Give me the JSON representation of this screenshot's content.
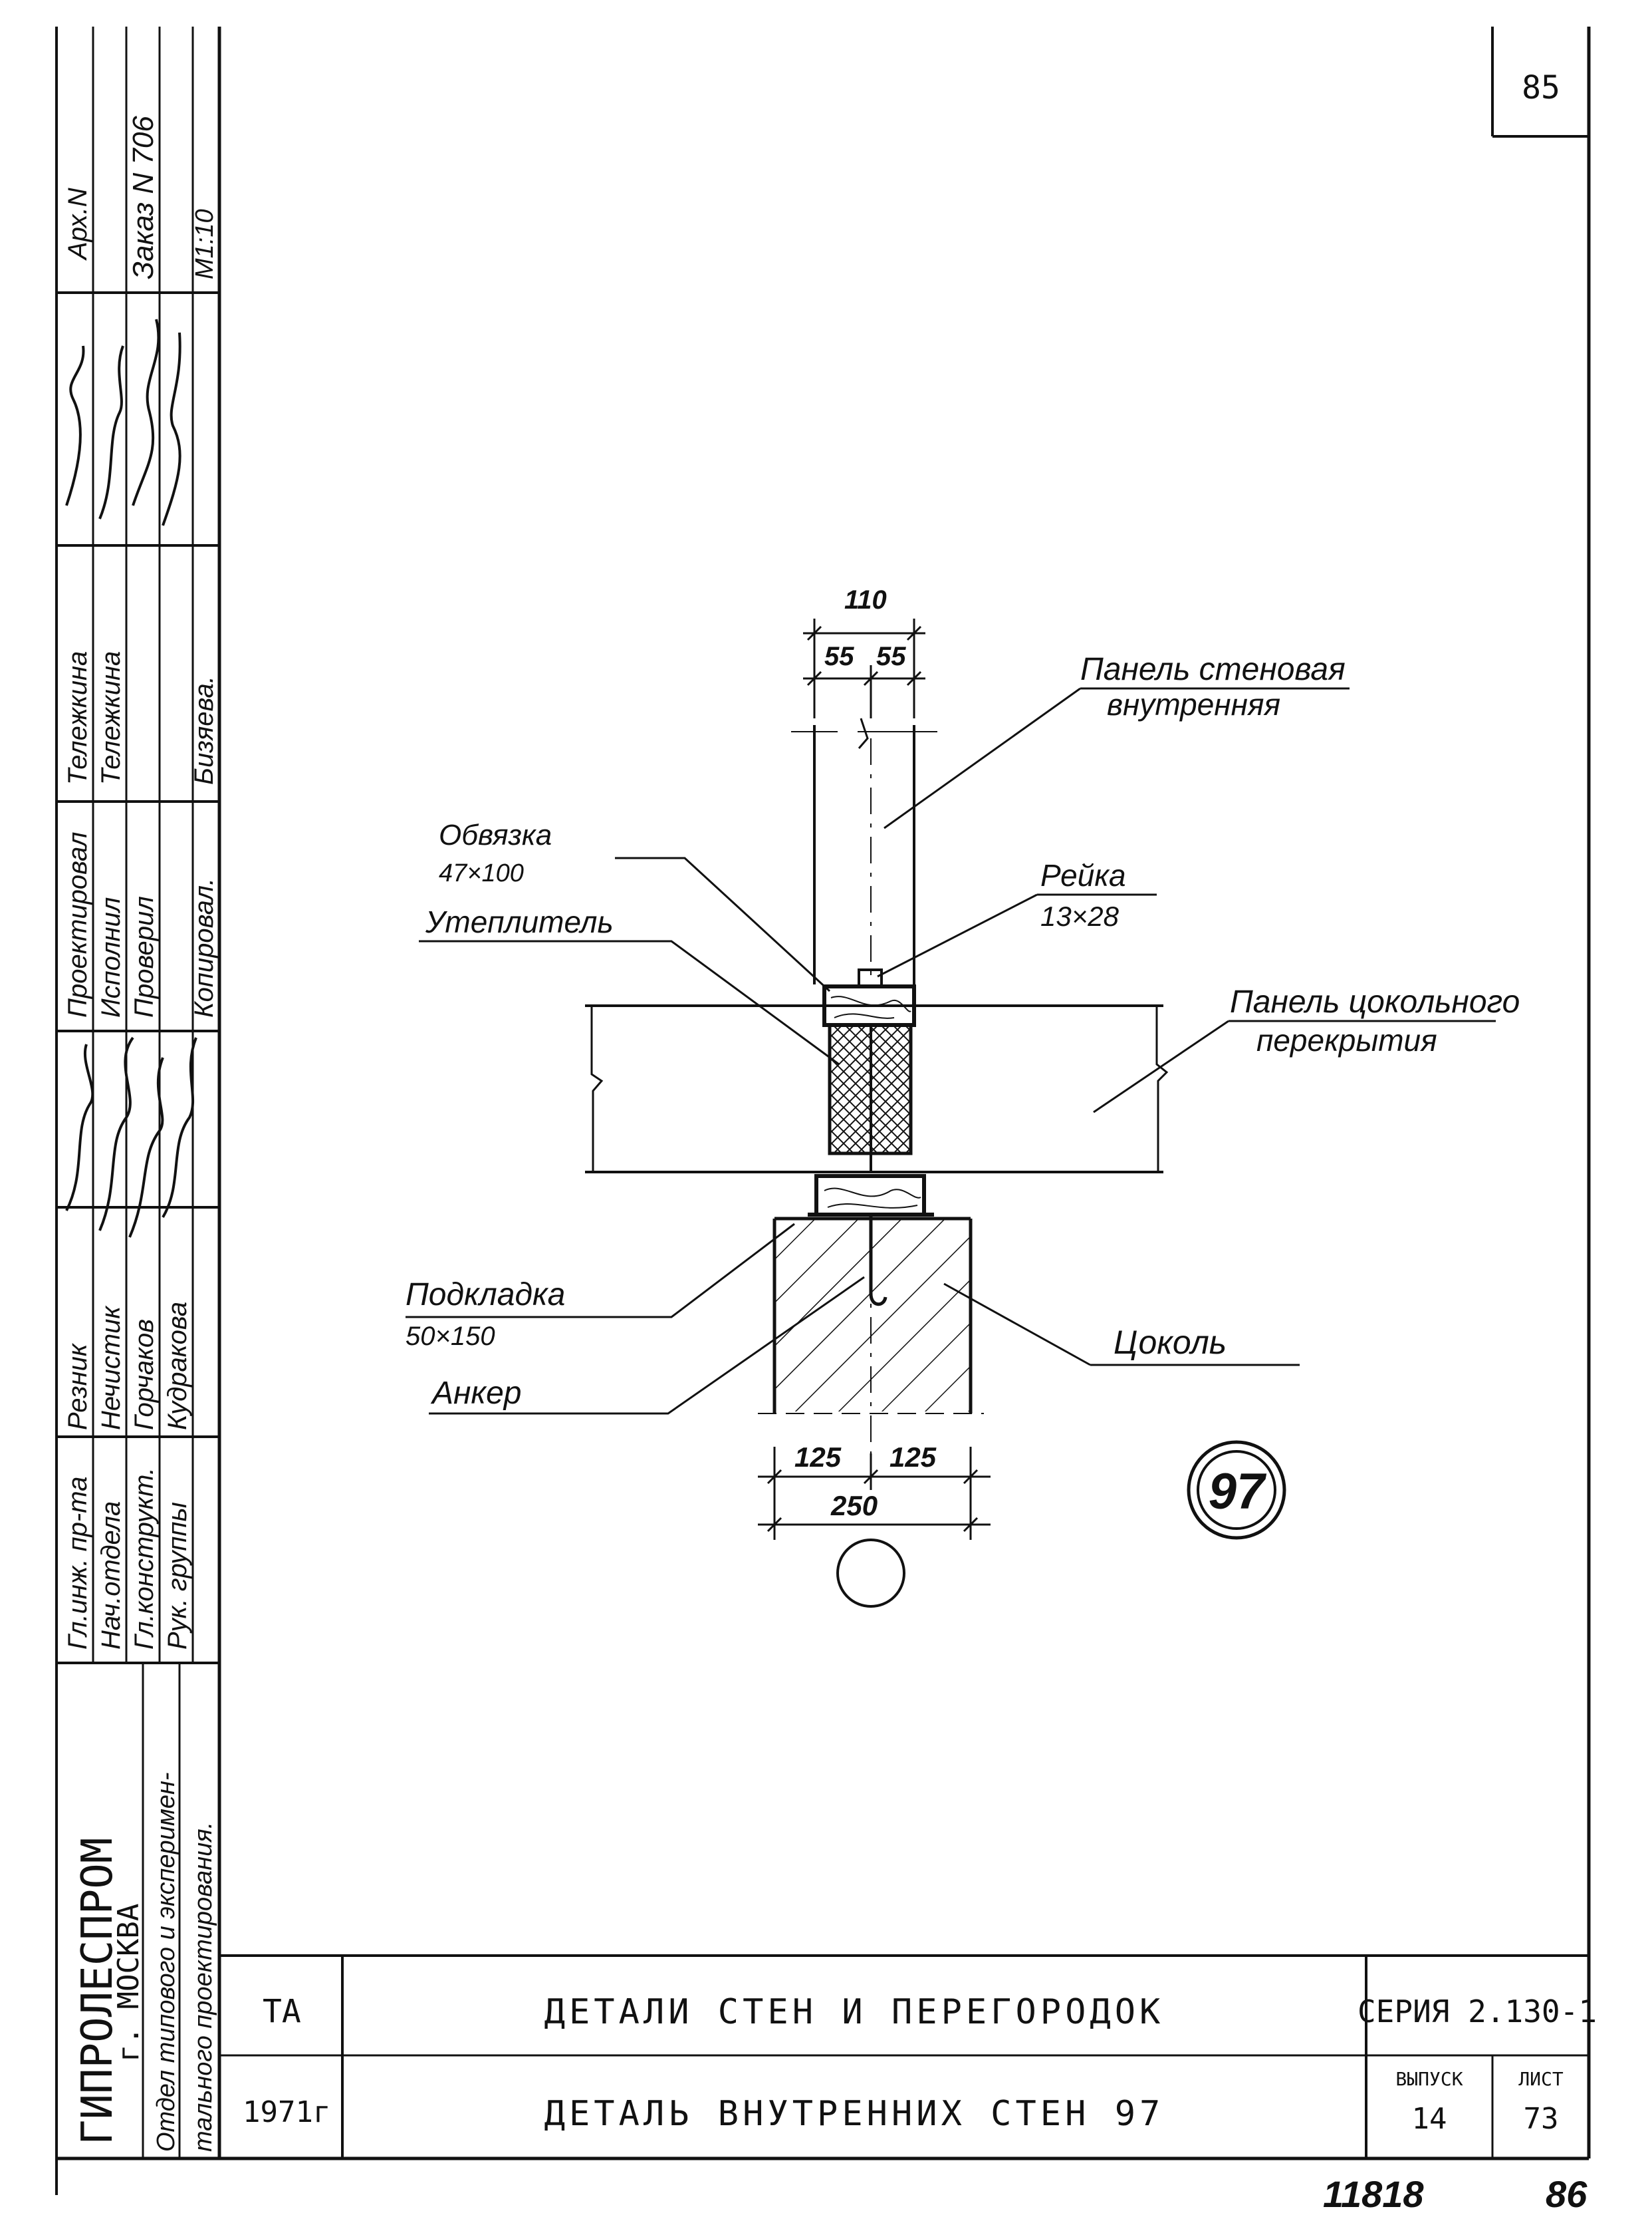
{
  "page_number": "85",
  "side_block": {
    "top_col": [
      "Арх.N",
      "Заказ N 706",
      "M1:10"
    ],
    "names_col1": [
      "Проектировал",
      "Исполнил",
      "Проверил",
      "Копировал."
    ],
    "names_col2": [
      "Тележкина",
      "Тележкина",
      "",
      "Бизяева."
    ],
    "roles": [
      "Гл.инж. пр-та",
      "Нач.отдела",
      "Гл.конструкт.",
      "Рук. группы"
    ],
    "role_names": [
      "Резник",
      "Нечистик",
      "Горчаков",
      "Кудракова"
    ],
    "org_name": "ГИПРОЛЕСПРОМ",
    "org_city": "г. МОСКВА",
    "org_dept1": "Отдел типового и эксперимен-",
    "org_dept2": "тального проектирования."
  },
  "title_block": {
    "code": "ТА",
    "year": "1971г",
    "title1": "ДЕТАЛИ СТЕН И ПЕРЕГОРОДОК",
    "title2": "ДЕТАЛЬ ВНУТРЕННИХ СТЕН 97",
    "series": "СЕРИЯ 2.130-1",
    "issue_label": "ВЫПУСК",
    "issue_value": "14",
    "sheet_label": "ЛИСТ",
    "sheet_value": "73"
  },
  "bottom_notes": [
    "11818",
    "86"
  ],
  "drawing": {
    "dims_top": [
      "110",
      "55",
      "55"
    ],
    "dims_bottom": [
      "125",
      "125",
      "250"
    ],
    "detail_number": "97",
    "labels": {
      "panel_wall_1": "Панель стеновая",
      "panel_wall_2": "внутренняя",
      "obvyazka_1": "Обвязка",
      "obvyazka_2": "47×100",
      "reika_1": "Рейка",
      "reika_2": "13×28",
      "uteplitel": "Утеплитель",
      "panel_tsok_1": "Панель цокольного",
      "panel_tsok_2": "перекрытия",
      "podkladka_1": "Подкладка",
      "podkladka_2": "50×150",
      "anker": "Анкер",
      "tsokol": "Цоколь"
    }
  }
}
